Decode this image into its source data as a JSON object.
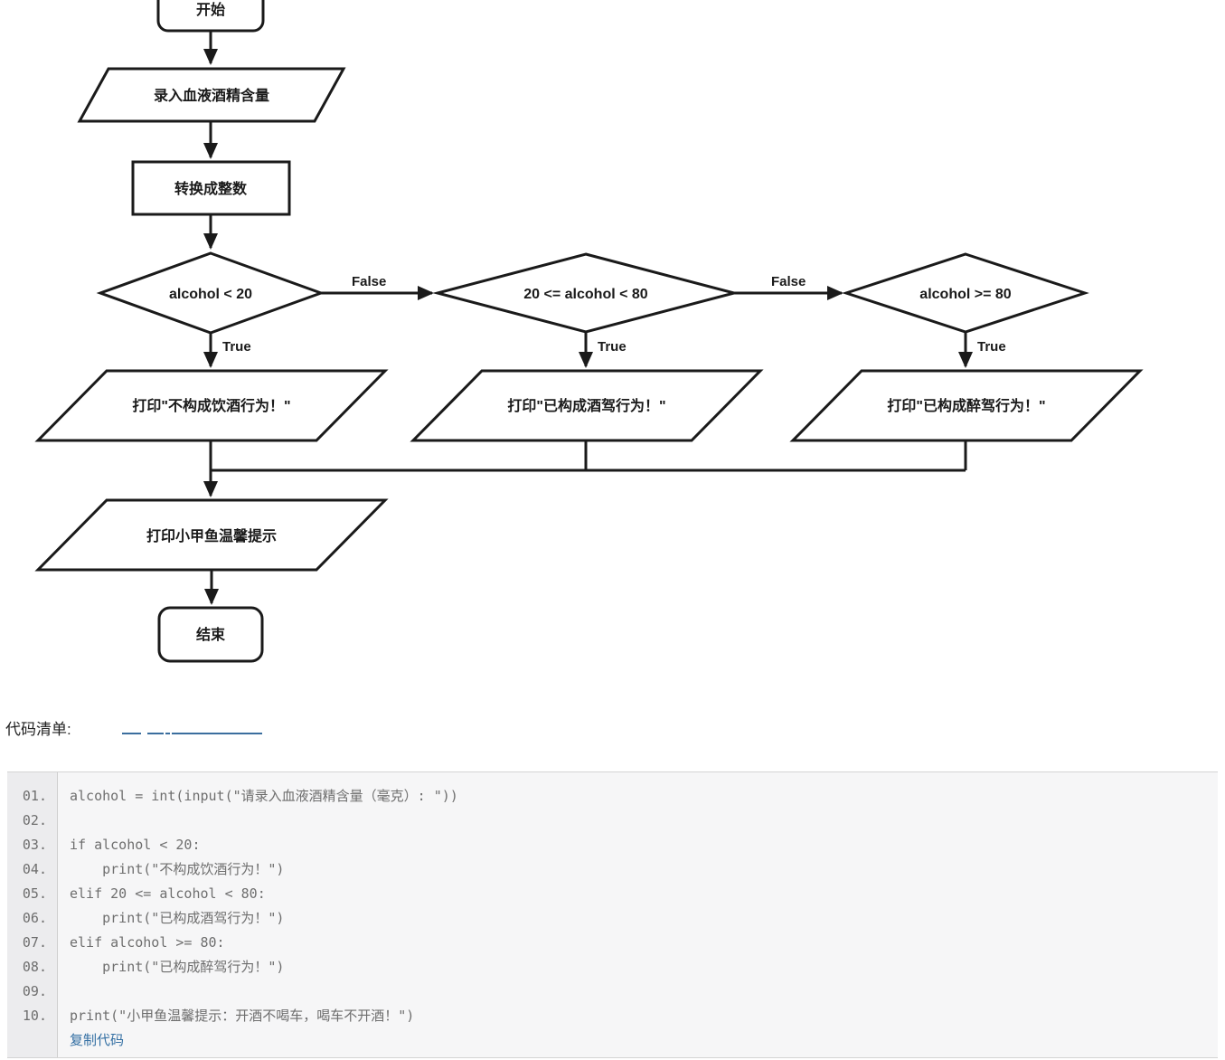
{
  "flowchart": {
    "start": "开始",
    "input": "录入血液酒精含量",
    "convert": "转换成整数",
    "cond1": "alcohol < 20",
    "cond2": "20 <= alcohol < 80",
    "cond3": "alcohol >= 80",
    "print1": "打印\"不构成饮酒行为！\"",
    "print2": "打印\"已构成酒驾行为！\"",
    "print3": "打印\"已构成醉驾行为！\"",
    "print_tip": "打印小甲鱼温馨提示",
    "end": "结束",
    "label_false1": "False",
    "label_false2": "False",
    "label_true1": "True",
    "label_true2": "True",
    "label_true3": "True",
    "stroke_color": "#1a1a1a"
  },
  "code_section": {
    "heading": "代码清单:",
    "copy_link": "复制代码",
    "link_color": "#3b6e9e",
    "background": "#f6f6f7",
    "lines": [
      {
        "no": "01.",
        "code": "alcohol = int(input(\"请录入血液酒精含量（毫克）: \"))"
      },
      {
        "no": "02.",
        "code": ""
      },
      {
        "no": "03.",
        "code": "if alcohol < 20:"
      },
      {
        "no": "04.",
        "code": "    print(\"不构成饮酒行为！\")"
      },
      {
        "no": "05.",
        "code": "elif 20 <= alcohol < 80:"
      },
      {
        "no": "06.",
        "code": "    print(\"已构成酒驾行为！\")"
      },
      {
        "no": "07.",
        "code": "elif alcohol >= 80:"
      },
      {
        "no": "08.",
        "code": "    print(\"已构成醉驾行为！\")"
      },
      {
        "no": "09.",
        "code": ""
      },
      {
        "no": "10.",
        "code": "print(\"小甲鱼温馨提示：开酒不喝车，喝车不开酒！\")"
      }
    ]
  }
}
